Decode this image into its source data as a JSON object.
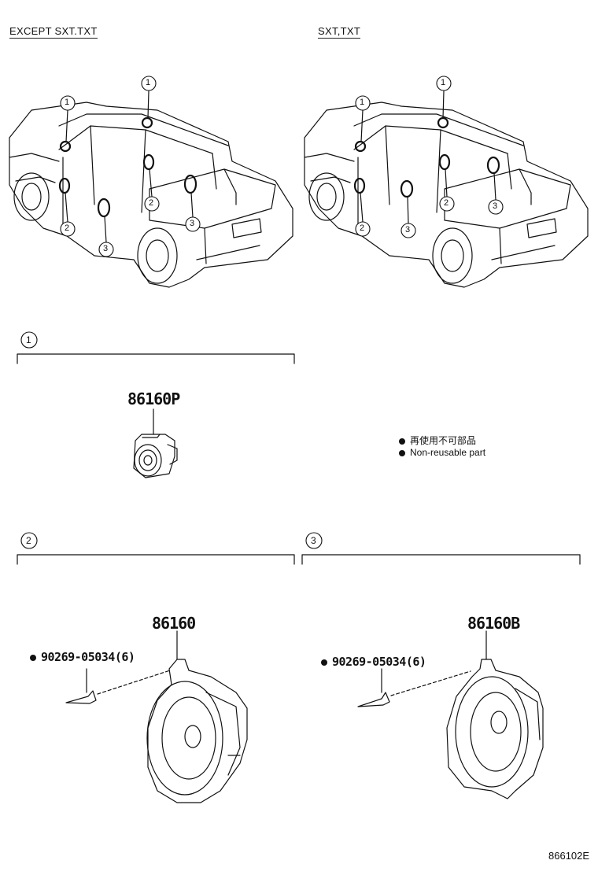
{
  "variants": {
    "left_label": "EXCEPT SXT.TXT",
    "right_label": "SXT,TXT"
  },
  "callouts": [
    "1",
    "2",
    "3"
  ],
  "parts": {
    "tweeter": {
      "part_no": "86160P"
    },
    "front_speaker": {
      "part_no": "86160",
      "rivet": "90269-05034(6)"
    },
    "rear_speaker": {
      "part_no": "86160B",
      "rivet": "90269-05034(6)"
    }
  },
  "legend": {
    "jp": "再使用不可部品",
    "en": "Non-reusable part"
  },
  "diagram_code": "866102E"
}
